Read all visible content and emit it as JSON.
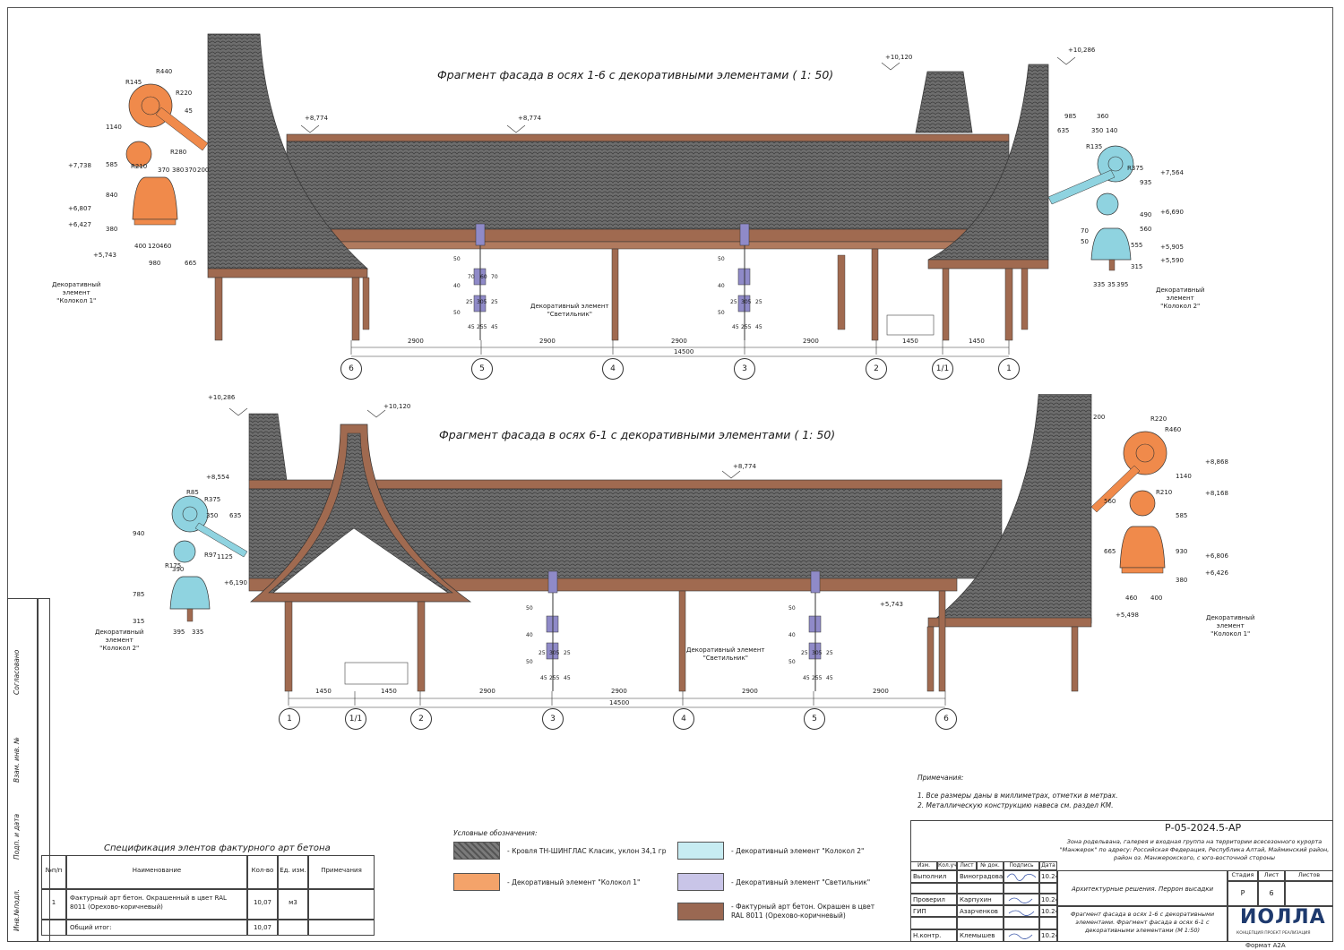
{
  "top_view": {
    "title": "Фрагмент фасада в осях 1-6 с декоративными элементами ( 1: 50)",
    "axes": [
      "6",
      "5",
      "4",
      "3",
      "2",
      "1/1",
      "1"
    ],
    "spans": [
      "2900",
      "2900",
      "2900",
      "2900",
      "1450",
      "1450"
    ],
    "total": "14500",
    "marks": [
      "+8,774",
      "+8,774",
      "+10,120",
      "+10,286",
      "+7,738",
      "+6,807",
      "+6,427",
      "+5,743",
      "+7,564",
      "+6,690",
      "+5,905",
      "+5,590"
    ],
    "label_bell1": "Декоративный\nэлемент\n\"Колокол 1\"",
    "label_bell2": "Декоративный\nэлемент\n\"Колокол 2\"",
    "label_lamp": "Декоративный элемент\n\"Светильник\"",
    "dims_left": [
      "R145",
      "R440",
      "R220",
      "45",
      "1140",
      "585",
      "840",
      "380",
      "R280",
      "R210",
      "370",
      "380",
      "370",
      "200",
      "400",
      "120",
      "460",
      "980",
      "665"
    ],
    "dims_right": [
      "985",
      "360",
      "635",
      "350",
      "140",
      "R135",
      "R375",
      "935",
      "490",
      "560",
      "555",
      "315",
      "335",
      "35",
      "395",
      "70",
      "50"
    ]
  },
  "bottom_view": {
    "title": "Фрагмент фасада в осях 6-1 с декоративными элементами ( 1: 50)",
    "axes": [
      "1",
      "1/1",
      "2",
      "3",
      "4",
      "5",
      "6"
    ],
    "spans": [
      "1450",
      "1450",
      "2900",
      "2900",
      "2900",
      "2900"
    ],
    "total": "14500",
    "marks": [
      "+10,286",
      "+10,120",
      "+8,554",
      "+8,774",
      "+6,190",
      "+5,743",
      "+8,868",
      "+8,168",
      "+6,806",
      "+6,426",
      "+5,498"
    ],
    "label_bell1": "Декоративный\nэлемент\n\"Колокол 1\"",
    "label_bell2": "Декоративный\nэлемент\n\"Колокол 2\"",
    "label_lamp": "Декоративный элемент\n\"Светильник\"",
    "dims_left": [
      "R85",
      "R375",
      "350",
      "635",
      "940",
      "785",
      "315",
      "R175",
      "R97",
      "1125",
      "390",
      "395",
      "335"
    ],
    "dims_right": [
      "200",
      "1140",
      "560",
      "585",
      "930",
      "665",
      "380",
      "R220",
      "R460",
      "R210",
      "460",
      "400"
    ]
  },
  "lamp_dims": [
    "50",
    "40",
    "40",
    "50",
    "25",
    "305",
    "25",
    "45",
    "255",
    "45",
    "70",
    "60",
    "70"
  ],
  "notes": {
    "title": "Примечания:",
    "items": [
      "1.     Все размеры даны в миллиметрах, отметки в метрах.",
      "2.     Металлическую конструкцию навеса см. раздел КМ."
    ]
  },
  "legend": {
    "title": "Условные обозначения:",
    "items": [
      {
        "text": "- Кровля ТН-ШИНГЛАС Класик, уклон 34,1 гр",
        "color": "#6d6d6d"
      },
      {
        "text": "- Декоративный элемент \"Колокол 1\"",
        "color": "#f4a36a"
      },
      {
        "text": "- Декоративный элемент \"Колокол 2\"",
        "color": "#c7ecf2"
      },
      {
        "text": "- Декоративный элемент \"Светильник\"",
        "color": "#c9c5e8"
      },
      {
        "text": "- Фактурный арт бетон. Окрашен в цвет RAL 8011 (Орехово-коричневый)",
        "color": "#9a6852"
      }
    ]
  },
  "spec": {
    "title": "Спецификация элентов фактурного арт бетона",
    "headers": [
      "№п/п",
      "Наименование",
      "Кол-во",
      "Ед. изм.",
      "Примечания"
    ],
    "row": [
      "1",
      "Фактурный арт бетон. Окрашенный в цвет RAL 8011 (Орехово-коричневый)",
      "10,07",
      "м3",
      ""
    ],
    "total_label": "Общий итог:",
    "total_value": "10,07"
  },
  "side_stamp": [
    "Согласовано",
    "Взам. инв. №",
    "Подп. и дата",
    "Инв.№подл."
  ],
  "title_block": {
    "code": "Р-05-2024.5-АР",
    "project": "Зона родельвана, галерея и входная группа на территории всесезонного курорта \"Манжерок\" по адресу: Российская Федерация, Республика Алтай, Майминский район, район оз. Манжерокского, с юго-восточной стороны",
    "header_cols": [
      "Изм.",
      "Кол.уч",
      "Лист",
      "№ док.",
      "Подпись",
      "Дата"
    ],
    "rows": [
      {
        "role": "Выполнил",
        "name": "Виноградова",
        "date": "10.24"
      },
      {
        "role": "",
        "name": "",
        "date": ""
      },
      {
        "role": "Проверил",
        "name": "Карпухин",
        "date": "10.24"
      },
      {
        "role": "ГИП",
        "name": "Азарченков",
        "date": "10.24"
      },
      {
        "role": "",
        "name": "",
        "date": ""
      },
      {
        "role": "Н.контр.",
        "name": "Клемышев",
        "date": "10.24"
      }
    ],
    "section": "Архитектурные решения. Перрон высадки",
    "stage_headers": [
      "Стадия",
      "Лист",
      "Листов"
    ],
    "stage_values": [
      "Р",
      "6",
      ""
    ],
    "sheet_desc": "Фрагмент фасада в осях 1-6 с декоративными элементами. Фрагмент фасада в осях 6-1 с декоративными элементами (М 1:50)",
    "company": "ИОЛЛА",
    "company_sub": "КОНЦЕПЦИЯ ПРОЕКТ РЕАЛИЗАЦИЯ",
    "format": "Формат А2А"
  },
  "colors": {
    "roof": "#6f6f6f",
    "beam": "#a06a50",
    "bell1": "#f08a4b",
    "bell2": "#8fd3e0",
    "lamp": "#8f8ac8"
  }
}
